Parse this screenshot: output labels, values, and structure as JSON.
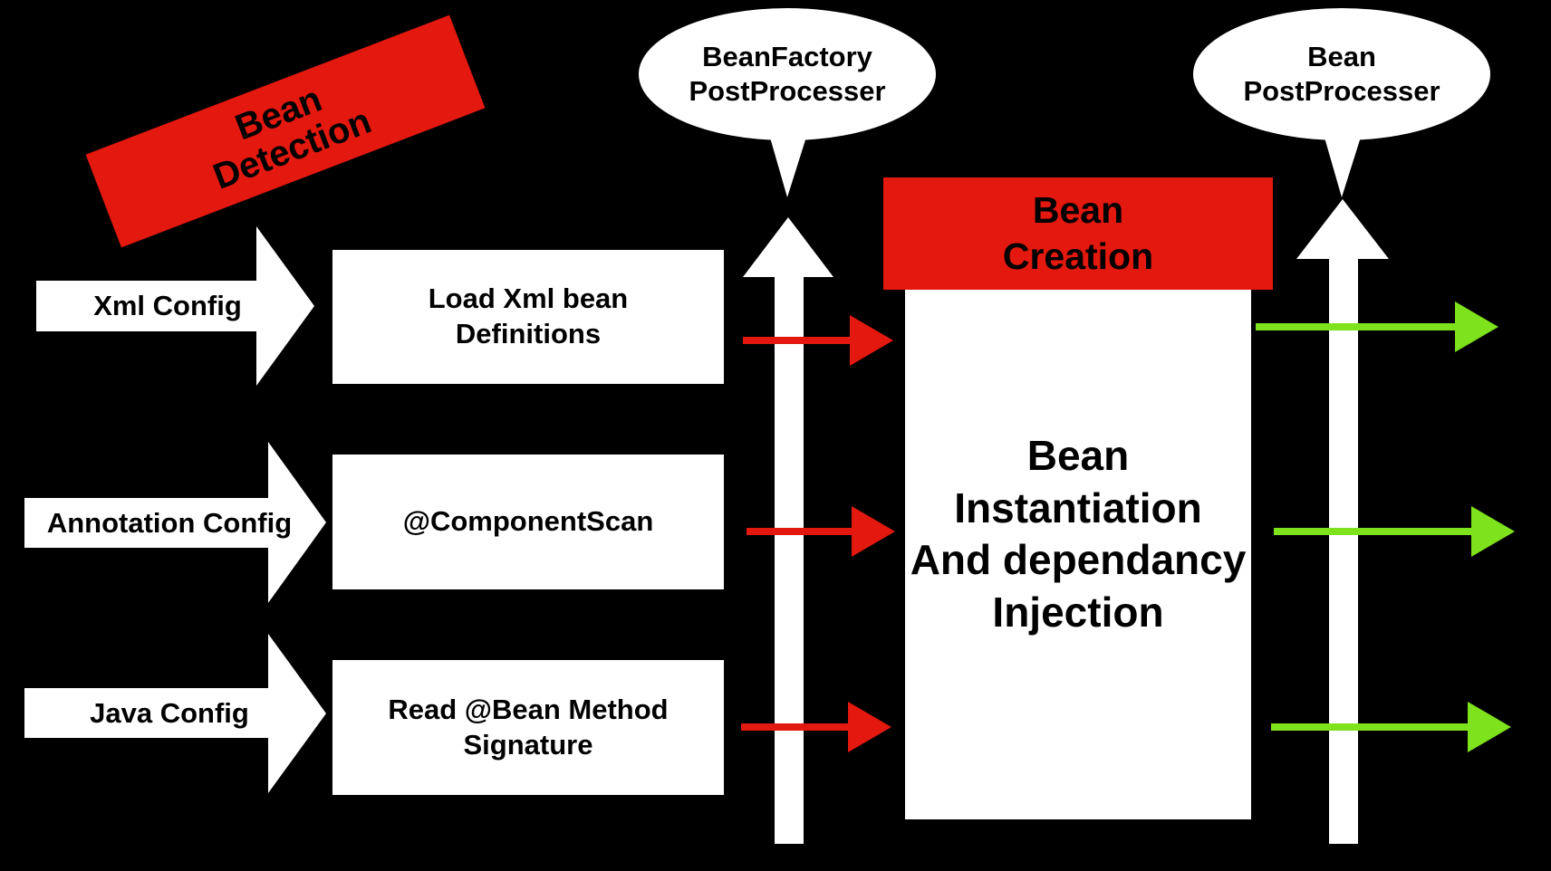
{
  "diagram": {
    "detection_banner": "Bean\nDetection",
    "creation_banner": "Bean\nCreation",
    "creation_body": "Bean\nInstantiation\nAnd dependancy\nInjection",
    "bubbles": {
      "bean_factory": "BeanFactory\nPostProcesser",
      "bean_post": "Bean\nPostProcesser"
    },
    "config_sources": [
      {
        "label": "Xml Config",
        "step": "Load Xml bean\nDefinitions"
      },
      {
        "label": "Annotation Config",
        "step": "@ComponentScan"
      },
      {
        "label": "Java Config",
        "step": "Read @Bean Method\nSignature"
      }
    ],
    "colors": {
      "background": "#000000",
      "banner_red": "#e3180f",
      "arrow_red": "#e3180f",
      "arrow_green": "#7ee21c",
      "shape_white": "#ffffff"
    }
  }
}
